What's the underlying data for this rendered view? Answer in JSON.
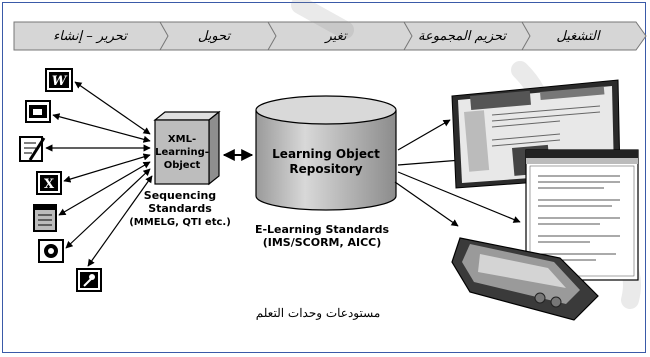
{
  "process_steps": [
    {
      "label": "التشغيل"
    },
    {
      "label": "تحزيم المجموعة"
    },
    {
      "label": "تغير"
    },
    {
      "label": "تحويل"
    },
    {
      "label": "تحرير – إنشاء"
    }
  ],
  "source_icons": [
    {
      "label": "W",
      "icon": "word-document-icon"
    },
    {
      "label": "",
      "icon": "presentation-icon"
    },
    {
      "label": "",
      "icon": "pencil-note-icon"
    },
    {
      "label": "X",
      "icon": "excel-icon"
    },
    {
      "label": "",
      "icon": "notepad-icon"
    },
    {
      "label": "",
      "icon": "multimedia-icon"
    },
    {
      "label": "",
      "icon": "key-icon"
    }
  ],
  "xml_object": {
    "line1": "XML-",
    "line2": "Learning-",
    "line3": "Object"
  },
  "sequencing_standards": {
    "line1": "Sequencing",
    "line2": "Standards",
    "line3": "(MMELG, QTI etc.)"
  },
  "repository": {
    "line1": "Learning Object",
    "line2": "Repository"
  },
  "elearning_standards": {
    "line1": "E-Learning Standards",
    "line2": "(IMS/SCORM, AICC)"
  },
  "footer_caption": "مستودعات وحدات التعلم",
  "colors": {
    "frame": "#3a5aa8",
    "step_fill": "#d6d6d6",
    "box_fill": "#bdbdbd",
    "cylinder_fill": "#c4c4c4"
  }
}
